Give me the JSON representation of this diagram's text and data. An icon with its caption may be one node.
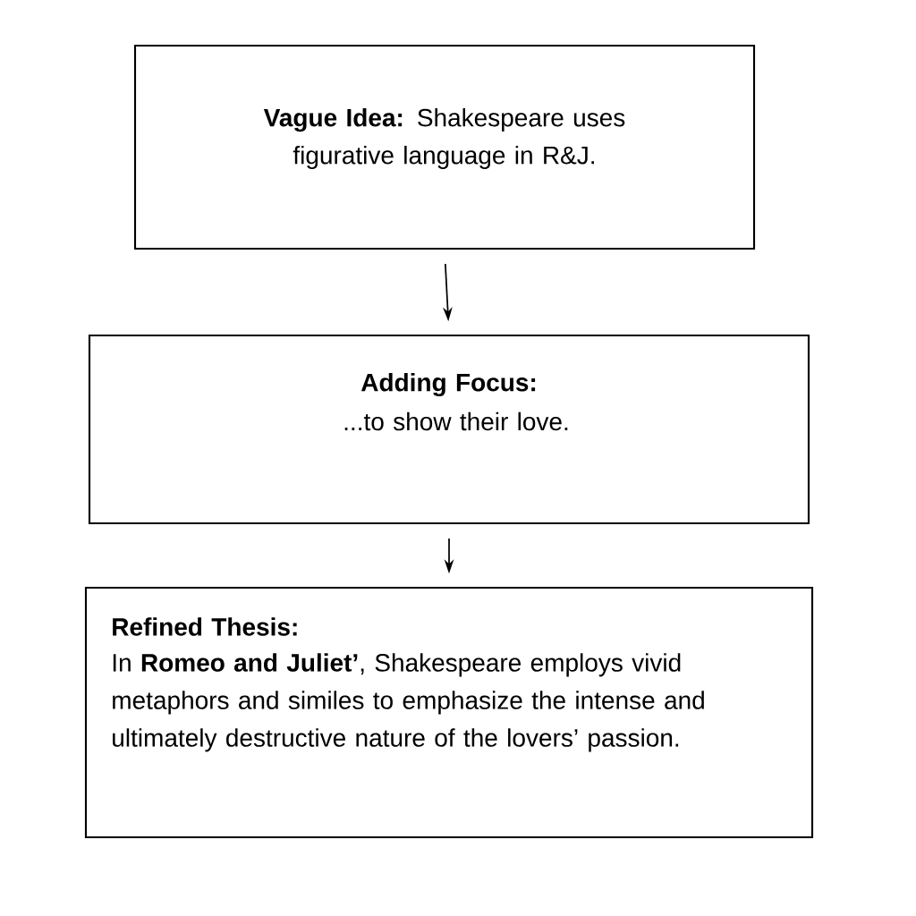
{
  "diagram": {
    "nodes": [
      {
        "text": [
          "**Vague Idea:** Shakespeare uses figurative language in R&J."
        ]
      },
      {
        "text": [
          "Adding Focus:",
          "...to show their love."
        ]
      },
      {
        "text": [
          "Refined Thesis:",
          "In **Romeo and Juliet’**, Shakespeare employs vivid metaphors and similes to emphasize the intense and ultimately destructive nature of the lovers’ passion."
        ]
      }
    ],
    "edges": [
      {
        "from": 0,
        "to": 1,
        "arrow": "to"
      },
      {
        "from": 1,
        "to": 2,
        "arrow": "to"
      }
    ]
  }
}
